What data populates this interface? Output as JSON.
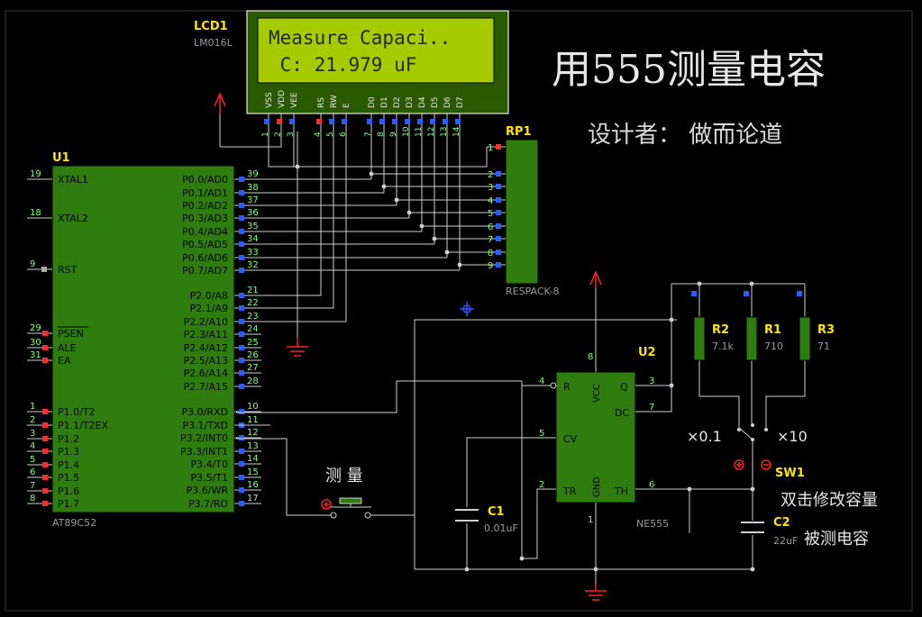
{
  "title": "用555测量电容",
  "designer": "设计者：  做而论道",
  "lcd": {
    "ref": "LCD1",
    "part": "LM016L",
    "line1": "Measure Capaci..",
    "line2": " C: 21.979 uF",
    "pins": [
      "VSS",
      "VDD",
      "VEE",
      "RS",
      "RW",
      "E",
      "D0",
      "D1",
      "D2",
      "D3",
      "D4",
      "D5",
      "D6",
      "D7"
    ],
    "pin_numbers": [
      "1",
      "2",
      "3",
      "4",
      "5",
      "6",
      "7",
      "8",
      "9",
      "10",
      "11",
      "12",
      "13",
      "14"
    ]
  },
  "mcu": {
    "ref": "U1",
    "part": "AT89C52",
    "left_pins": [
      {
        "num": "19",
        "name": "XTAL1"
      },
      {
        "num": "18",
        "name": "XTAL2"
      },
      {
        "num": "9",
        "name": "RST"
      },
      {
        "num": "29",
        "name": "PSEN"
      },
      {
        "num": "30",
        "name": "ALE"
      },
      {
        "num": "31",
        "name": "EA"
      },
      {
        "num": "1",
        "name": "P1.0/T2"
      },
      {
        "num": "2",
        "name": "P1.1/T2EX"
      },
      {
        "num": "3",
        "name": "P1.2"
      },
      {
        "num": "4",
        "name": "P1.3"
      },
      {
        "num": "5",
        "name": "P1.4"
      },
      {
        "num": "6",
        "name": "P1.5"
      },
      {
        "num": "7",
        "name": "P1.6"
      },
      {
        "num": "8",
        "name": "P1.7"
      }
    ],
    "right_pins": [
      {
        "num": "39",
        "name": "P0.0/AD0"
      },
      {
        "num": "38",
        "name": "P0.1/AD1"
      },
      {
        "num": "37",
        "name": "P0.2/AD2"
      },
      {
        "num": "36",
        "name": "P0.3/AD3"
      },
      {
        "num": "35",
        "name": "P0.4/AD4"
      },
      {
        "num": "34",
        "name": "P0.5/AD5"
      },
      {
        "num": "33",
        "name": "P0.6/AD6"
      },
      {
        "num": "32",
        "name": "P0.7/AD7"
      },
      {
        "num": "21",
        "name": "P2.0/A8"
      },
      {
        "num": "22",
        "name": "P2.1/A9"
      },
      {
        "num": "23",
        "name": "P2.2/A10"
      },
      {
        "num": "24",
        "name": "P2.3/A11"
      },
      {
        "num": "25",
        "name": "P2.4/A12"
      },
      {
        "num": "26",
        "name": "P2.5/A13"
      },
      {
        "num": "27",
        "name": "P2.6/A14"
      },
      {
        "num": "28",
        "name": "P2.7/A15"
      },
      {
        "num": "10",
        "name": "P3.0/RXD"
      },
      {
        "num": "11",
        "name": "P3.1/TXD"
      },
      {
        "num": "12",
        "name": "P3.2/INT0"
      },
      {
        "num": "13",
        "name": "P3.3/INT1"
      },
      {
        "num": "14",
        "name": "P3.4/T0"
      },
      {
        "num": "15",
        "name": "P3.5/T1"
      },
      {
        "num": "16",
        "name": "P3.6/WR"
      },
      {
        "num": "17",
        "name": "P3.7/RD"
      }
    ]
  },
  "rp1": {
    "ref": "RP1",
    "part": "RESPACK-8",
    "pin_numbers": [
      "1",
      "2",
      "3",
      "4",
      "5",
      "6",
      "7",
      "8",
      "9"
    ]
  },
  "u2": {
    "ref": "U2",
    "part": "NE555",
    "pins": {
      "r": "R",
      "cv": "CV",
      "tr": "TR",
      "vcc": "VCC",
      "gnd": "GND",
      "q": "Q",
      "dc": "DC",
      "th": "TH"
    },
    "pin_numbers": {
      "r": "4",
      "cv": "5",
      "tr": "2",
      "vcc": "8",
      "gnd": "1",
      "q": "3",
      "dc": "7",
      "th": "6"
    }
  },
  "resistors": [
    {
      "ref": "R2",
      "value": "7.1k"
    },
    {
      "ref": "R1",
      "value": "710"
    },
    {
      "ref": "R3",
      "value": "71"
    }
  ],
  "c1": {
    "ref": "C1",
    "value": "0.01uF"
  },
  "c2": {
    "ref": "C2",
    "value": "22uF",
    "label": "被测电容"
  },
  "sw1": {
    "ref": "SW1",
    "x01": "×0.1",
    "x10": "×10",
    "hint": "双击修改容量"
  },
  "button_label": "测 量"
}
